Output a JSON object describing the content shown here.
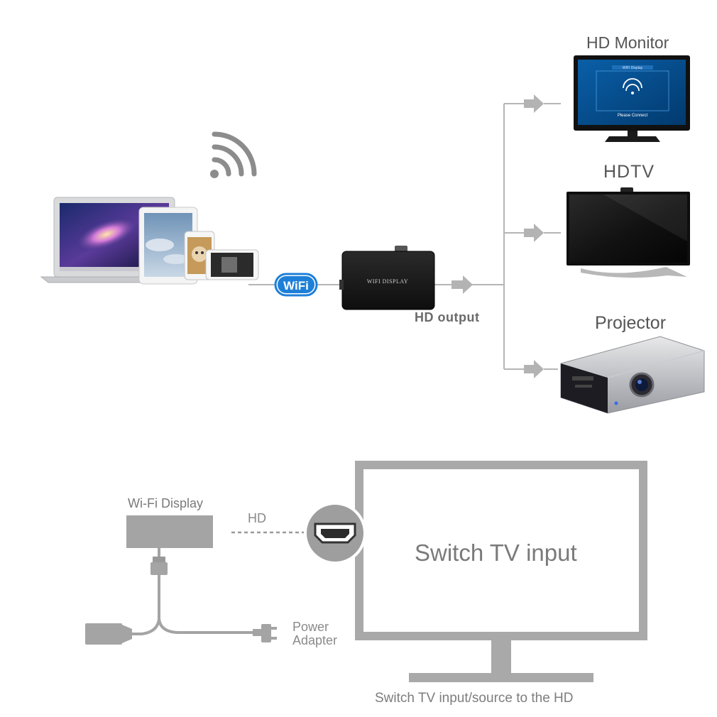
{
  "top": {
    "wifi_badge": "WiFi",
    "box_label": "WIFI DISPLAY",
    "hd_output": "HD output",
    "devices": [
      {
        "label": "HD Monitor",
        "screen_text_1": "WIFI Display",
        "screen_text_2": "Please Connect"
      },
      {
        "label": "HDTV"
      },
      {
        "label": "Projector"
      }
    ]
  },
  "bottom": {
    "wifi_display": "Wi-Fi Display",
    "hd": "HD",
    "tv_text": "Switch TV input",
    "power_adapter_1": "Power",
    "power_adapter_2": "Adapter",
    "caption": "Switch TV input/source to the HD"
  },
  "colors": {
    "line_gray": "#b5b5b5",
    "wifi_blue": "#1e7fd8",
    "box_black": "#1a1a1a",
    "tv_frame": "#a9a9a9"
  },
  "icons": [
    "wifi-signal-icon",
    "wifi-badge-icon",
    "arrow-icon",
    "hdmi-port-icon",
    "usb-plug-icon",
    "power-plug-icon"
  ]
}
